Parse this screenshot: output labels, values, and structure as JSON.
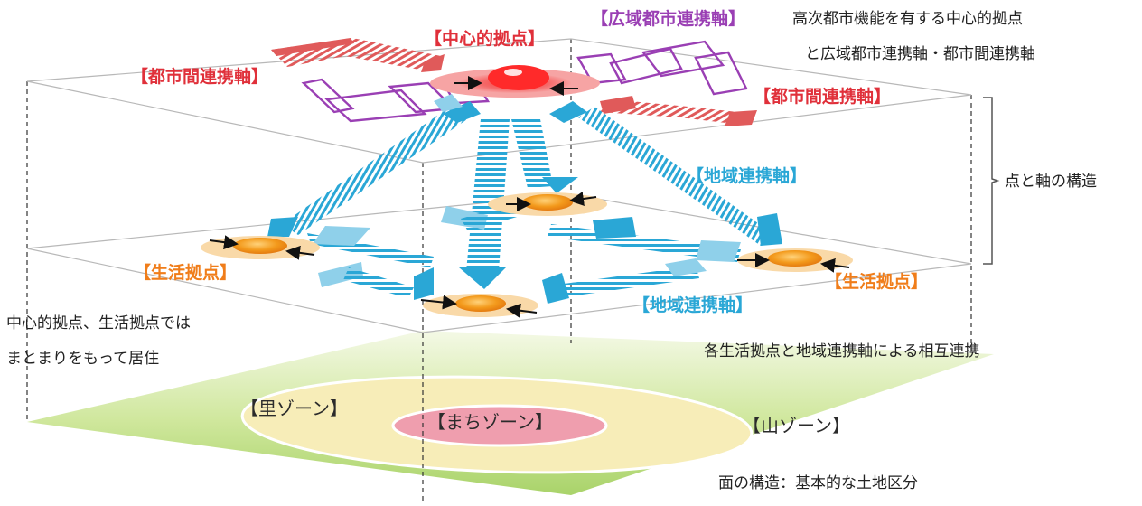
{
  "labels": {
    "central_hub": "【中心的拠点】",
    "wide_axis": "【広域都市連携軸】",
    "intercity_axis_left": "【都市間連携軸】",
    "intercity_axis_right": "【都市間連携軸】",
    "regional_axis_top": "【地域連携軸】",
    "regional_axis_bottom": "【地域連携軸】",
    "life_hub_left": "【生活拠点】",
    "life_hub_right": "【生活拠点】",
    "zone_sato": "【里ゾーン】",
    "zone_machi": "【まちゾーン】",
    "zone_yama": "【山ゾーン】"
  },
  "notes": {
    "top_right_line1": "高次都市機能を有する中心的拠点",
    "top_right_line2": "と広域都市連携軸・都市間連携軸",
    "structure_points_axes": "点と軸の構造",
    "left_line1": "中心的拠点、生活拠点では",
    "left_line2": "まとまりをもって居住",
    "mutual_link": "各生活拠点と地域連携軸による相互連携",
    "surface_structure": "面の構造：基本的な土地区分"
  },
  "colors": {
    "intercity_red": "#e0303a",
    "wide_purple": "#9a3fb4",
    "regional_blue": "#2aa7d6",
    "life_orange": "#f07d1a",
    "ground_green": "#b9dc7a"
  }
}
